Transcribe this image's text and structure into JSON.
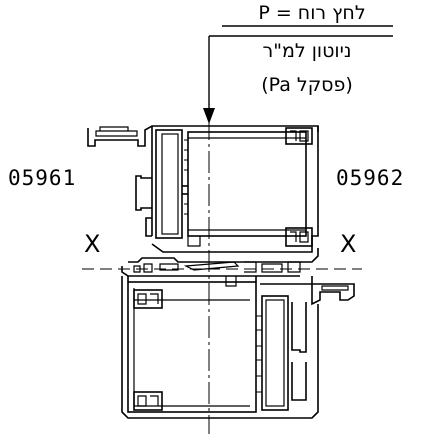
{
  "pressure_note": {
    "line1": "לחץ רוח = P",
    "line2": "ניוטון למ\"ר",
    "line3": "(פסקל Pa)"
  },
  "profile_codes": {
    "left": "05961",
    "right": "05962"
  },
  "axis_labels": {
    "left": "X",
    "right": "X"
  },
  "colors": {
    "line": "#000000",
    "background": "#ffffff"
  }
}
